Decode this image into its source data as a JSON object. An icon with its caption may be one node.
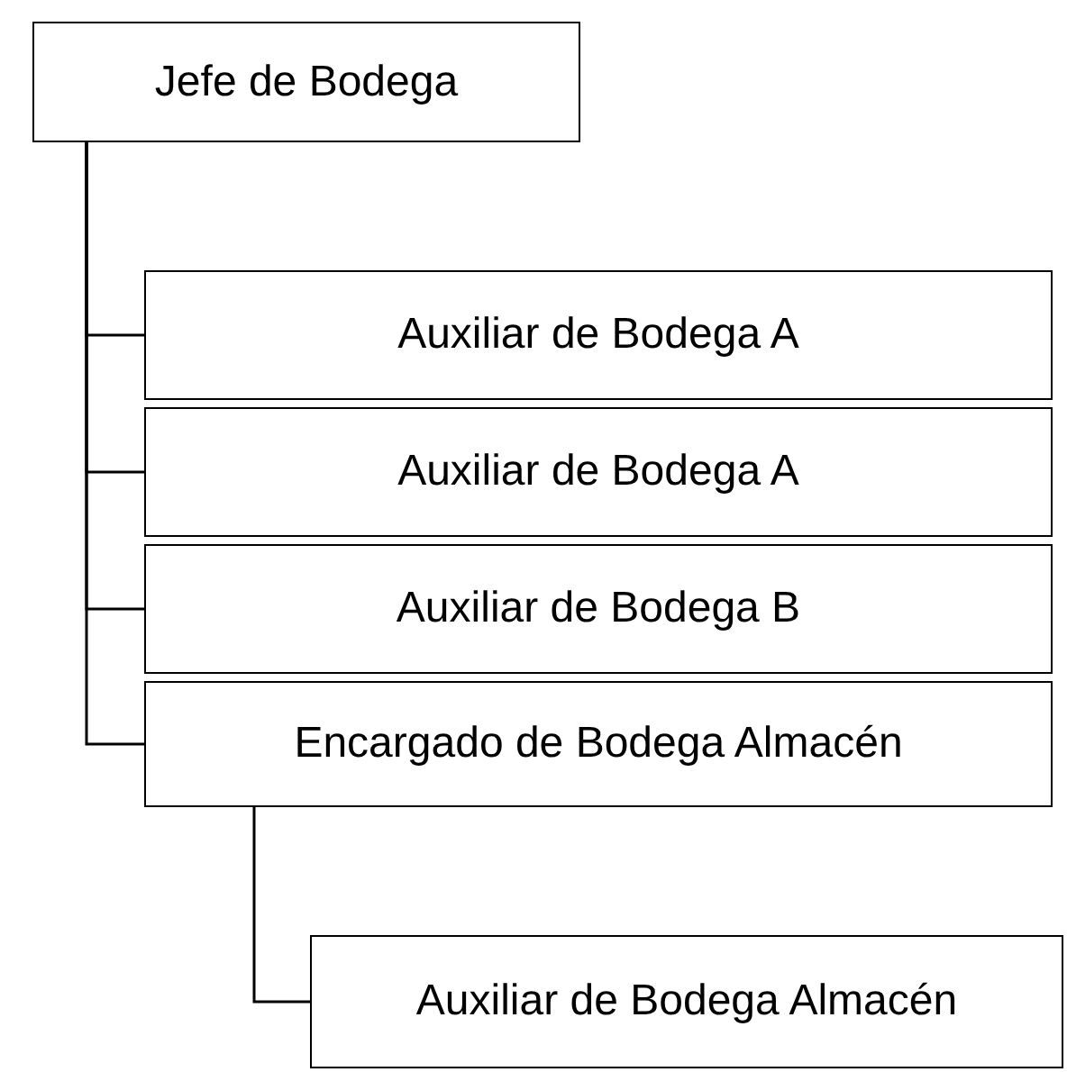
{
  "diagram": {
    "nodes": [
      {
        "text": [
          "Jefe de Bodega"
        ]
      },
      {
        "text": [
          "Auxiliar de Bodega A"
        ]
      },
      {
        "text": [
          "Auxiliar de Bodega A"
        ]
      },
      {
        "text": [
          "Auxiliar de Bodega B"
        ]
      },
      {
        "text": [
          "Encargado de Bodega Almacén"
        ]
      },
      {
        "text": [
          "Auxiliar de Bodega Almacén"
        ]
      }
    ],
    "edges": [
      {
        "from": 0,
        "to": 1,
        "arrow": "none"
      },
      {
        "from": 0,
        "to": 2,
        "arrow": "none"
      },
      {
        "from": 0,
        "to": 3,
        "arrow": "none"
      },
      {
        "from": 0,
        "to": 4,
        "arrow": "none"
      },
      {
        "from": 4,
        "to": 5,
        "arrow": "none"
      }
    ]
  }
}
